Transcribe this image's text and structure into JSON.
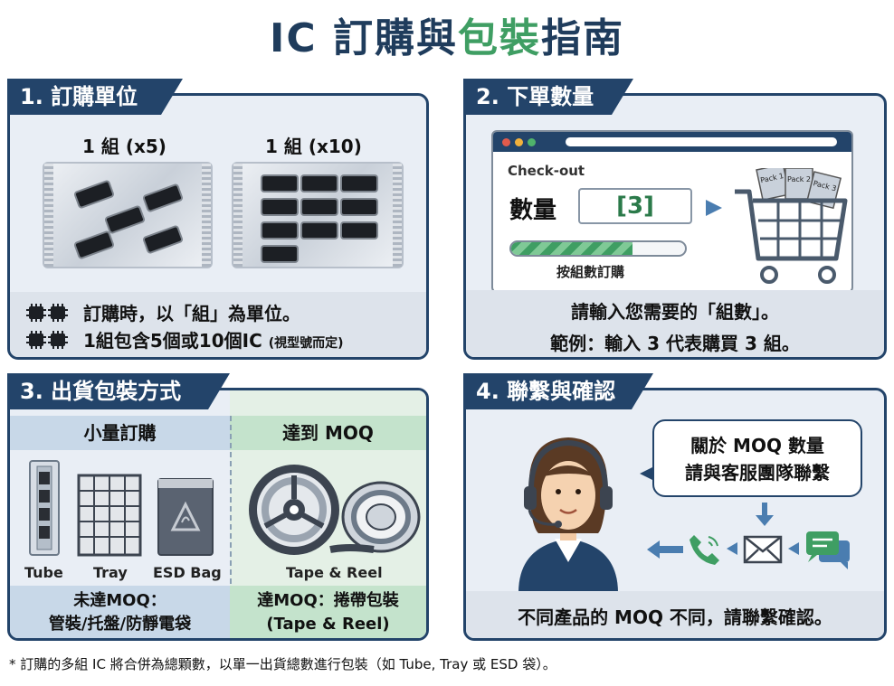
{
  "title": {
    "part1": "IC 訂購與",
    "part2": "包裝",
    "part3": "指南"
  },
  "colors": {
    "navy": "#23446a",
    "green": "#3f9e63",
    "panel_bg": "#e9eef5"
  },
  "section1": {
    "tab": "1. 訂購單位",
    "bag1_caption": "1 組 (x5)",
    "bag2_caption": "1 組 (x10)",
    "line1": "訂購時，以「組」為單位。",
    "line2_main": "1組包含5個或10個IC",
    "line2_note": "(視型號而定)",
    "icon": "chip-icon"
  },
  "section2": {
    "tab": "2. 下單數量",
    "checkout_label": "Check-out",
    "qty_label": "數量",
    "qty_value": "[3]",
    "progress_fraction": 0.7,
    "progress_text": "按組數訂購",
    "packs": [
      "Pack 1",
      "Pack 2",
      "Pack 3"
    ],
    "line1": "請輸入您需要的「組數」。",
    "line2": "範例：輸入 3 代表購買 3 組。"
  },
  "section3": {
    "tab": "3. 出貨包裝方式",
    "small_head": "小量訂購",
    "moq_head": "達到 MOQ",
    "labels": {
      "tube": "Tube",
      "tray": "Tray",
      "esd": "ESD Bag",
      "reel": "Tape & Reel"
    },
    "small_foot_1": "未達MOQ：",
    "small_foot_2": "管裝/托盤/防靜電袋",
    "moq_foot_1": "達MOQ：捲帶包裝",
    "moq_foot_2": "(Tape & Reel)"
  },
  "section4": {
    "tab": "4. 聯繫與確認",
    "bubble_1": "關於 MOQ 數量",
    "bubble_2": "請與客服團隊聯繫",
    "footer": "不同產品的 MOQ 不同，請聯繫確認。",
    "icons": [
      "agent-icon",
      "phone-icon",
      "mail-icon",
      "chat-icon"
    ]
  },
  "note": "* 訂購的多組 IC 將合併為總顆數，以單一出貨總數進行包裝（如 Tube, Tray 或 ESD 袋）。"
}
